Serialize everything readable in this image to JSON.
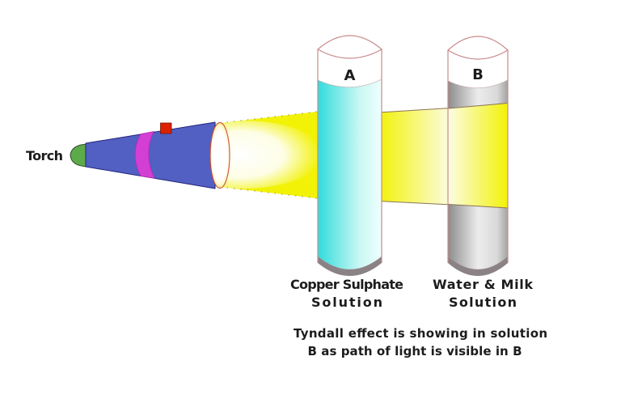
{
  "labels": {
    "torch": "Torch",
    "cylinder_a_letter": "A",
    "cylinder_b_letter": "B",
    "cylinder_a_caption_line1": "Copper Sulphate",
    "cylinder_a_caption_line2": "Solution",
    "cylinder_b_caption_line1": "Water & Milk",
    "cylinder_b_caption_line2": "Solution",
    "note_line1": "Tyndall effect is showing in solution",
    "note_line2": "B as path of light is visible in B"
  },
  "colors": {
    "beam_yellow": "#f2f207",
    "beam_pale": "#fcfce4",
    "beam_white": "#ffffff",
    "beam_edge_line": "#8b7355",
    "liquid_a_dark": "#30dcdc",
    "liquid_a_mid": "#c9f7f3",
    "liquid_a_light": "#effffe",
    "liquid_b_dark": "#8c8c8c",
    "liquid_b_light": "#ececec",
    "liquid_b_edge": "#a3a3a3",
    "cap_gray": "#8b8286",
    "cylinder_outline": "#c98b8b",
    "torch_body_blue": "#5160c2",
    "torch_outline_navy": "#23237a",
    "torch_cap_green": "#5daa4b",
    "torch_band_magenta": "#d33fd3",
    "torch_button_red": "#dd2200",
    "lens_rim": "#cc4a33",
    "text_color": "#1c1c1c"
  }
}
